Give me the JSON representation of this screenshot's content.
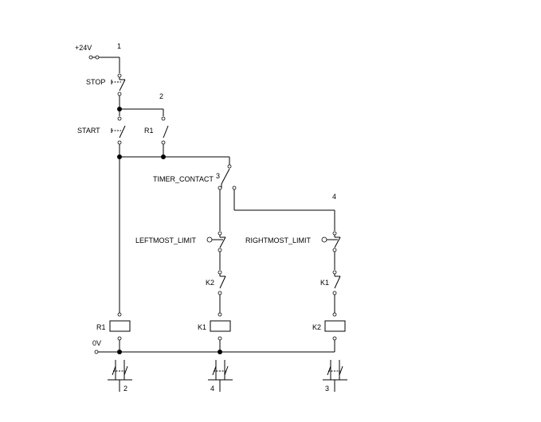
{
  "labels": {
    "supply": "+24V",
    "ground": "0V",
    "stop": "STOP",
    "start": "START",
    "r1_contact": "R1",
    "timer_contact": "TIMER_CONTACT",
    "leftmost_limit": "LEFTMOST_LIMIT",
    "rightmost_limit": "RIGHTMOST_LIMIT",
    "k2_contact": "K2",
    "k1_contact": "K1",
    "coil_r1": "R1",
    "coil_k1": "K1",
    "coil_k2": "K2"
  },
  "nodes": {
    "n1": "1",
    "n2": "2",
    "n3": "3",
    "n4": "4"
  },
  "cross_refs": {
    "r1": "2",
    "k1": "4",
    "k2": "3"
  }
}
